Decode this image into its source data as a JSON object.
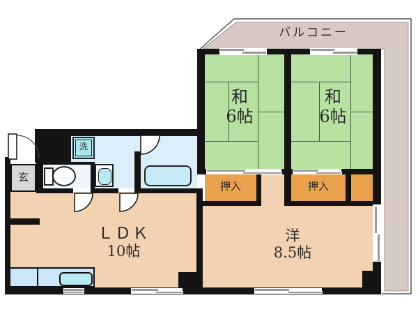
{
  "plan": {
    "balcony": {
      "label": "バルコニー"
    },
    "rooms": {
      "washitsu1": {
        "line1": "和",
        "line2": "6帖"
      },
      "washitsu2": {
        "line1": "和",
        "line2": "6帖"
      },
      "ldk": {
        "name": "ＬＤＫ",
        "size": "10帖"
      },
      "western": {
        "name": "洋",
        "size": "8.5帖"
      },
      "closet1": {
        "label": "押入"
      },
      "closet2": {
        "label": "押入"
      },
      "entrance": {
        "label": "玄"
      },
      "laundry": {
        "label": "洗"
      }
    },
    "colors": {
      "wall": "#141414",
      "text": "#2b2b2b",
      "tatami_green": "#b8e2a2",
      "closet_orange": "#e9a24b",
      "floor_peach": "#f3d2b2",
      "balcony_gray": "#d7c9c3",
      "washroom_blue": "#dceef9",
      "toilet_white": "#eff7fd",
      "tub_cyan": "#c5ebf6",
      "laundry_teal": "#abe7ec",
      "entry_gray": "#d8d8d8",
      "counter_blue": "#cde6f7",
      "sink_cyan": "#b7ebf4",
      "window": "#9a9a9a"
    }
  }
}
